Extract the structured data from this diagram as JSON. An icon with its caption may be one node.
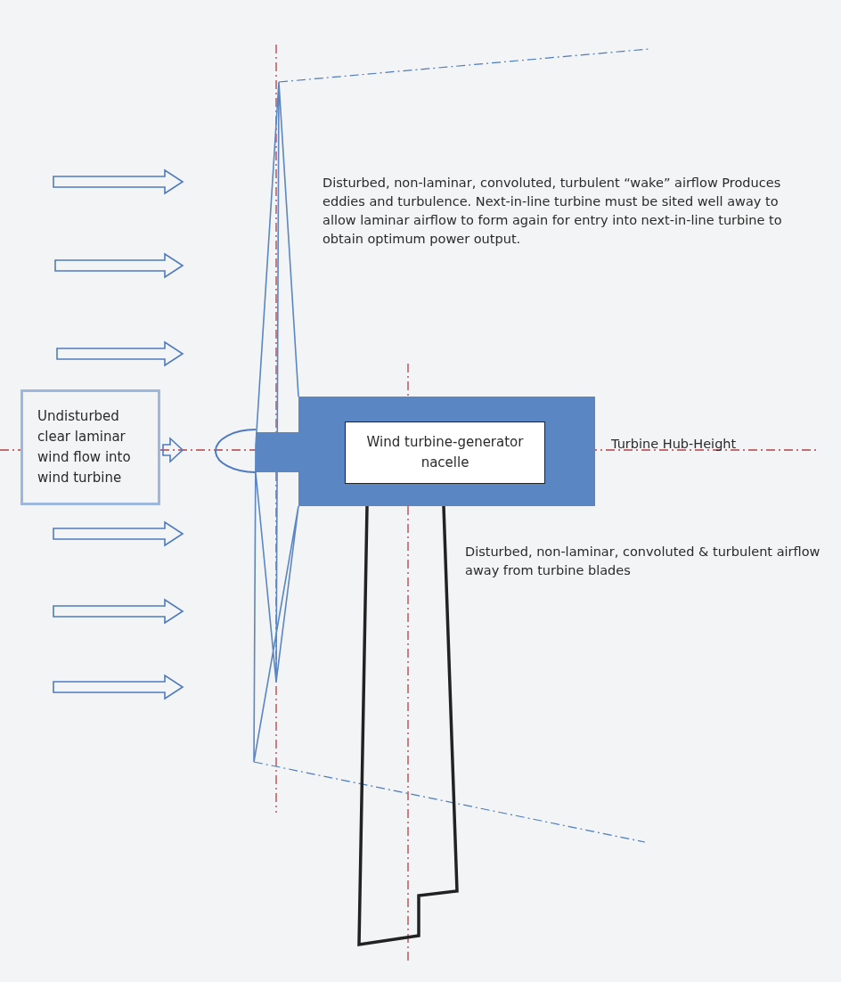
{
  "diagram": {
    "nodes": [
      {
        "text": [
          "Undisturbed clear laminar wind flow into wind turbine"
        ]
      },
      {
        "text": [
          "Wind turbine-generator nacelle"
        ]
      }
    ],
    "labels": [
      "Disturbed, non-laminar, convoluted, turbulent “wake” airflow Produces eddies and turbulence. Next-in-line turbine must be sited well away to allow laminar airflow to form again for entry into next-in-line turbine to obtain optimum power output.",
      "Turbine Hub-Height",
      "Disturbed, non-laminar, convoluted & turbulent airflow away from turbine blades"
    ]
  }
}
